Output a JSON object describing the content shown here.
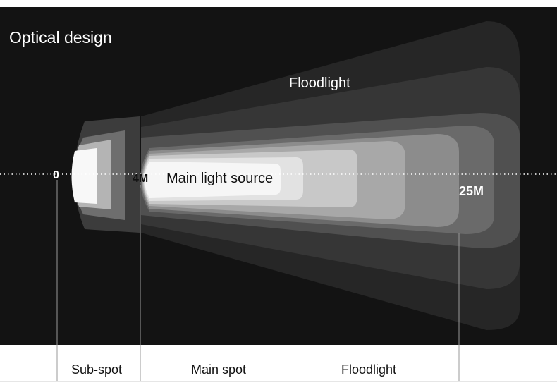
{
  "title": "Optical design",
  "beam_labels": {
    "floodlight": "Floodlight",
    "main_light_source": "Main light source"
  },
  "distance_markers": {
    "zero": "0",
    "four": "4M",
    "twenty_five": "25M"
  },
  "zones": {
    "sub_spot": "Sub-spot",
    "main_spot": "Main spot",
    "floodlight": "Floodlight"
  },
  "colors": {
    "background": "#131313",
    "footer": "#ffffff",
    "text_light": "#ffffff",
    "text_dark": "#111111"
  }
}
